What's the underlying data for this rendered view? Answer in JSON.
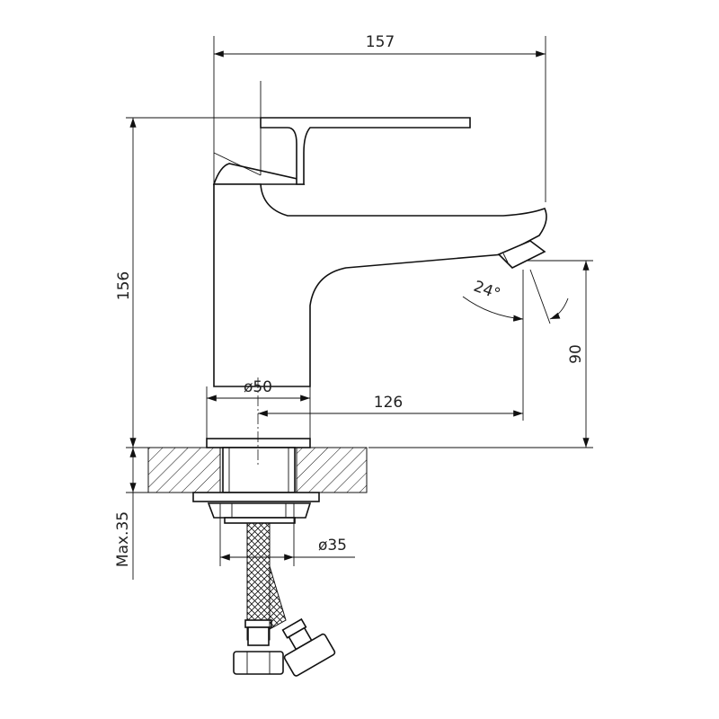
{
  "drawing": {
    "dimensions": {
      "overall_length": "157",
      "overall_height": "156",
      "spout_height": "90",
      "spout_reach": "126",
      "base_diameter": "ø50",
      "hole_diameter": "ø35",
      "aerator_angle": "24°",
      "max_counter_thickness": "Max.35"
    },
    "colors": {
      "line": "#111111",
      "background": "#ffffff"
    }
  }
}
